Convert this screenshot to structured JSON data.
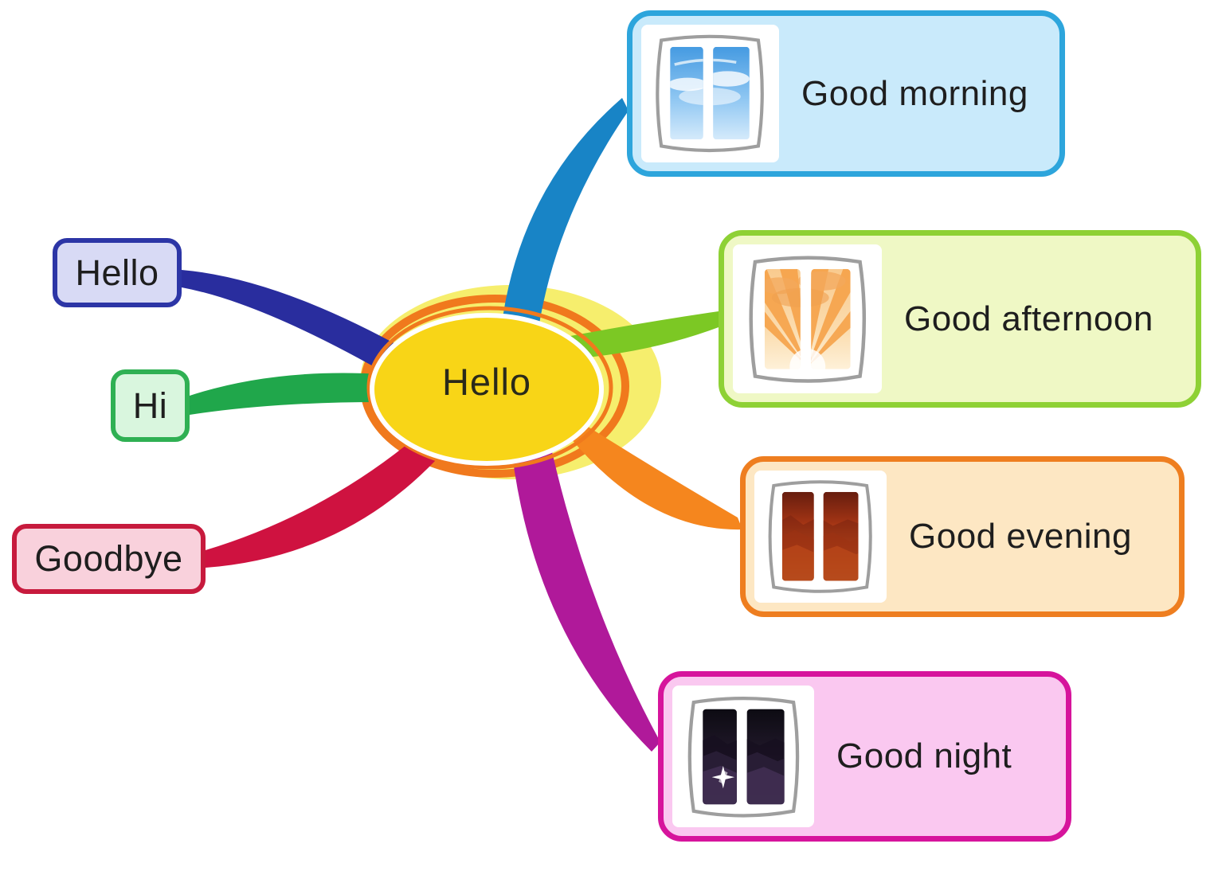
{
  "diagram": {
    "background": "#ffffff",
    "center": {
      "label": "Hello",
      "fill": "#f8d517",
      "halo": "#f6ee6d",
      "ring": "#f0791d",
      "inner_ring_gap": "#ffffff",
      "text_color": "#2a2a1a"
    },
    "left_nodes": [
      {
        "id": "hello",
        "label": "Hello",
        "bg": "#d8daf5",
        "border": "#2c35a6",
        "branch": "#292d9e"
      },
      {
        "id": "hi",
        "label": "Hi",
        "bg": "#d9f6de",
        "border": "#2fb053",
        "branch": "#20a74b"
      },
      {
        "id": "goodbye",
        "label": "Goodbye",
        "bg": "#f9d1dc",
        "border": "#c71a3d",
        "branch": "#cf1240"
      }
    ],
    "right_nodes": [
      {
        "id": "good-morning",
        "label": "Good morning",
        "bg": "#c9eafb",
        "border": "#2da5dc",
        "branch": "#1884c6",
        "window_icon": "morning-sky-window"
      },
      {
        "id": "good-afternoon",
        "label": "Good afternoon",
        "bg": "#eff8c5",
        "border": "#8ed135",
        "branch": "#7cc824",
        "window_icon": "afternoon-sunburst-window"
      },
      {
        "id": "good-evening",
        "label": "Good evening",
        "bg": "#fde7c3",
        "border": "#ee7e20",
        "branch": "#f5861e",
        "window_icon": "sunset-window"
      },
      {
        "id": "good-night",
        "label": "Good night",
        "bg": "#fac8f0",
        "border": "#d6149c",
        "branch": "#b0199a",
        "window_icon": "night-sky-window"
      }
    ]
  }
}
